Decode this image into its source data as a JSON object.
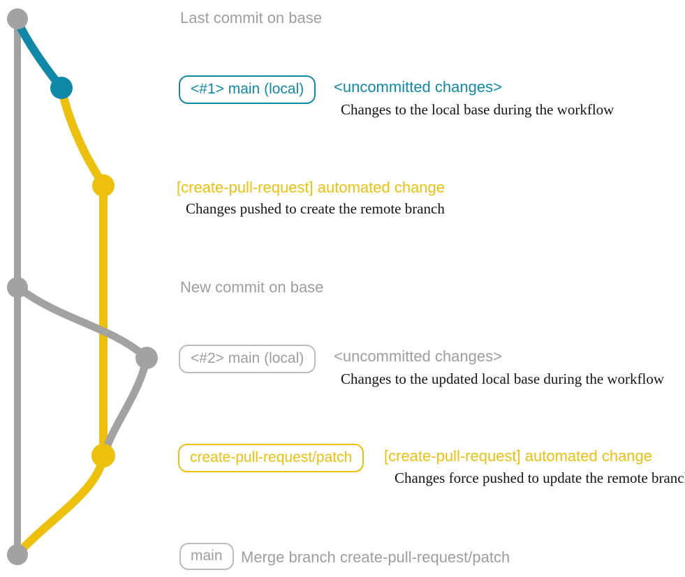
{
  "colors": {
    "teal": "#1089a9",
    "yellow": "#edc00c",
    "gray": "#a2a2a2",
    "gray_badge_border": "#bcbcbc",
    "gray_text": "#9e9e9e",
    "description_text": "#141414",
    "background": "#ffffff"
  },
  "graph": {
    "branches": [
      {
        "id": "base",
        "color": "#a2a2a2"
      },
      {
        "id": "local-main",
        "color": "#1089a9"
      },
      {
        "id": "create-pull-request-patch",
        "color": "#edc00c"
      }
    ],
    "commit_count": 7
  },
  "annotations": {
    "last_commit_label": "Last commit on base",
    "row1": {
      "badge": "<#1> main (local)",
      "title": "<uncommitted changes>",
      "description": "Changes to the local base during the workflow"
    },
    "row2": {
      "title": "[create-pull-request] automated change",
      "description": "Changes pushed to create the remote branch"
    },
    "new_commit_label": "New commit on base",
    "row3": {
      "badge": "<#2> main (local)",
      "title": "<uncommitted changes>",
      "description": "Changes to the updated local base during the workflow"
    },
    "row4": {
      "badge": "create-pull-request/patch",
      "title": "[create-pull-request] automated change",
      "description": "Changes force pushed to update the remote branch"
    },
    "merge_row": {
      "badge": "main",
      "title": "Merge branch create-pull-request/patch"
    }
  }
}
